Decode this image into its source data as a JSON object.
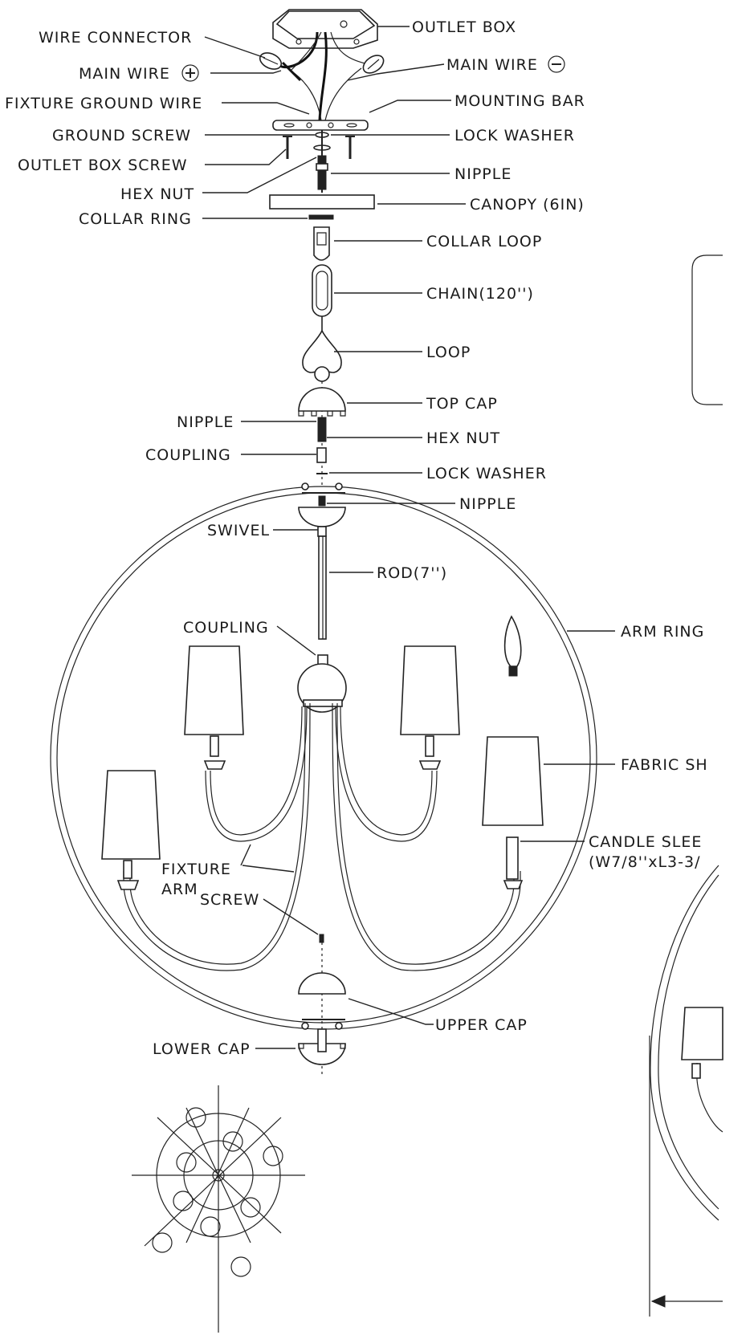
{
  "labels": {
    "outlet_box": "OUTLET BOX",
    "wire_connector": "WIRE CONNECTOR",
    "main_wire_pos": "MAIN WIRE",
    "main_wire_neg": "MAIN WIRE",
    "fixture_ground_wire": "FIXTURE GROUND WIRE",
    "mounting_bar": "MOUNTING BAR",
    "ground_screw": "GROUND SCREW",
    "lock_washer_top": "LOCK WASHER",
    "outlet_box_screw": "OUTLET BOX SCREW",
    "nipple_top": "NIPPLE",
    "hex_nut_top": "HEX NUT",
    "canopy": "CANOPY (6IN)",
    "collar_ring": "COLLAR RING",
    "collar_loop": "COLLAR LOOP",
    "chain": "CHAIN(120'')",
    "loop": "LOOP",
    "top_cap": "TOP CAP",
    "nipple_mid": "NIPPLE",
    "hex_nut_mid": "HEX NUT",
    "coupling_mid": "COUPLING",
    "lock_washer_mid": "LOCK WASHER",
    "nipple_ring": "NIPPLE",
    "swivel": "SWIVEL",
    "rod": "ROD(7'')",
    "coupling_low": "COUPLING",
    "arm_ring": "ARM RING",
    "fabric_shade": "FABRIC SH",
    "fixture_arm_1": "FIXTURE",
    "fixture_arm_2": "ARM",
    "candle_sleeve_1": "CANDLE SLEE",
    "candle_sleeve_2": "(W7/8''xL3-3/",
    "screw": "SCREW",
    "upper_cap": "UPPER CAP",
    "lower_cap": "LOWER CAP"
  },
  "symbols": {
    "plus": "+",
    "minus": "−"
  }
}
